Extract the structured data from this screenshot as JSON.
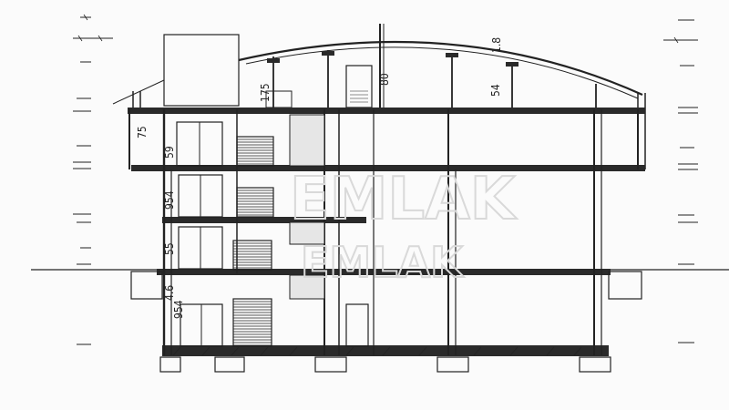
{
  "watermark": {
    "line1": "EMLAK",
    "line2": "EMLAK"
  },
  "dimension_labels": [
    {
      "id": "dim-roof-ridge",
      "text": "1.8"
    },
    {
      "id": "dim-roof-height",
      "text": "54"
    },
    {
      "id": "dim-roof-stair",
      "text": "80"
    },
    {
      "id": "dim-roof-left",
      "text": "175"
    },
    {
      "id": "dim-parapet",
      "text": "75"
    },
    {
      "id": "dim-floor3",
      "text": "59"
    },
    {
      "id": "dim-floor2",
      "text": "954"
    },
    {
      "id": "dim-floor1",
      "text": "55"
    },
    {
      "id": "dim-basement-a",
      "text": "4.6"
    },
    {
      "id": "dim-basement-b",
      "text": "954"
    }
  ],
  "colors": {
    "line": "#222222",
    "paper": "#fbfbfb",
    "watermark": "#d9d9d9"
  }
}
